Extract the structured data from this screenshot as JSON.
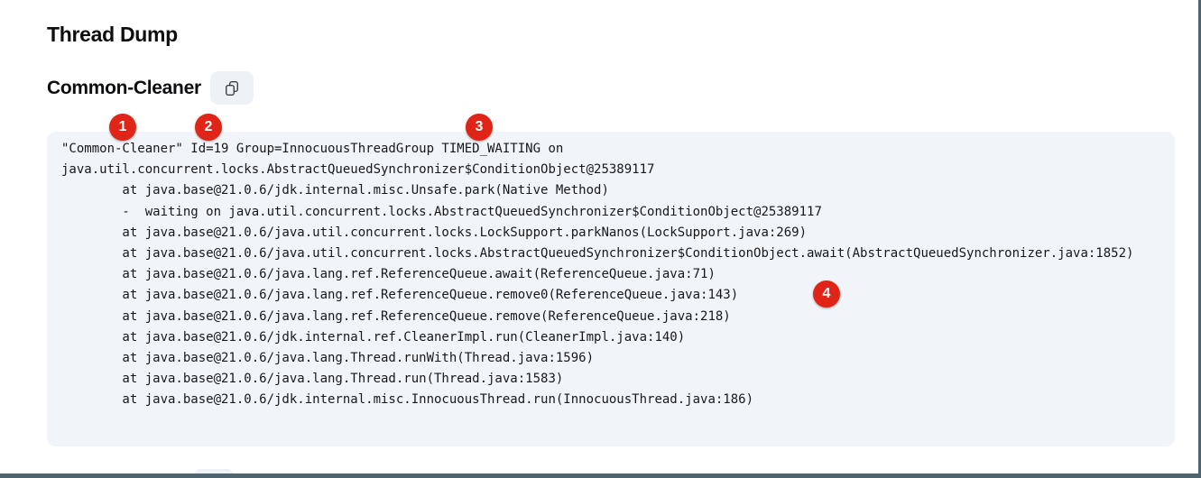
{
  "header": {
    "title": "Thread Dump"
  },
  "section": {
    "heading": "Common-Cleaner",
    "copy_button_icon": "copy-icon"
  },
  "code_block": {
    "lines": [
      "\"Common-Cleaner\" Id=19 Group=InnocuousThreadGroup TIMED_WAITING on",
      "java.util.concurrent.locks.AbstractQueuedSynchronizer$ConditionObject@25389117",
      "        at java.base@21.0.6/jdk.internal.misc.Unsafe.park(Native Method)",
      "        -  waiting on java.util.concurrent.locks.AbstractQueuedSynchronizer$ConditionObject@25389117",
      "        at java.base@21.0.6/java.util.concurrent.locks.LockSupport.parkNanos(LockSupport.java:269)",
      "        at java.base@21.0.6/java.util.concurrent.locks.AbstractQueuedSynchronizer$ConditionObject.await(AbstractQueuedSynchronizer.java:1852)",
      "        at java.base@21.0.6/java.lang.ref.ReferenceQueue.await(ReferenceQueue.java:71)",
      "        at java.base@21.0.6/java.lang.ref.ReferenceQueue.remove0(ReferenceQueue.java:143)",
      "        at java.base@21.0.6/java.lang.ref.ReferenceQueue.remove(ReferenceQueue.java:218)",
      "        at java.base@21.0.6/jdk.internal.ref.CleanerImpl.run(CleanerImpl.java:140)",
      "        at java.base@21.0.6/java.lang.Thread.runWith(Thread.java:1596)",
      "        at java.base@21.0.6/java.lang.Thread.run(Thread.java:1583)",
      "        at java.base@21.0.6/jdk.internal.misc.InnocuousThread.run(InnocuousThread.java:186)"
    ]
  },
  "annotations": {
    "markers": [
      {
        "label": "1"
      },
      {
        "label": "2"
      },
      {
        "label": "3"
      },
      {
        "label": "4"
      }
    ]
  },
  "colors": {
    "annotation_red": "#e02518",
    "code_block_bg": "#f1f4f8",
    "button_bg": "#eef1f5",
    "frame_border": "#4e6570",
    "text_dark": "#0d0e10"
  }
}
